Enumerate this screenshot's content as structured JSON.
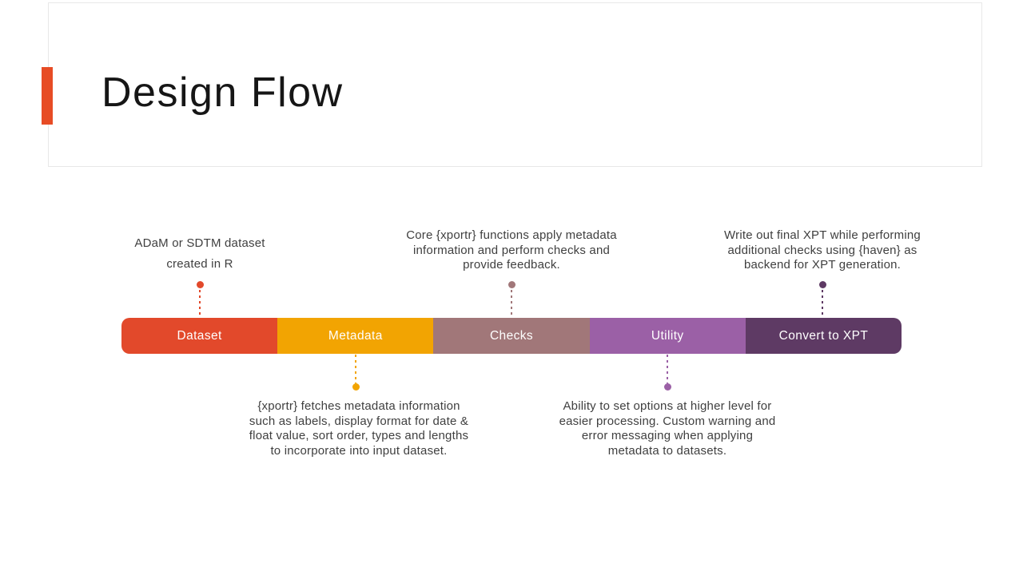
{
  "slide": {
    "title": "Design Flow",
    "accent_color": "#E74C25",
    "background_color": "#FFFFFF",
    "body_text_color": "#3F3F3F"
  },
  "flow": {
    "segments": [
      {
        "label": "Dataset",
        "color": "#E2492B",
        "connector": "top",
        "annotation_lines": [
          "ADaM or SDTM dataset",
          "created in R"
        ]
      },
      {
        "label": "Metadata",
        "color": "#F2A402",
        "connector": "bottom",
        "annotation_lines": [
          "{xportr} fetches metadata information",
          "such as labels, display format for date &",
          "float value, sort order, types and lengths",
          "to incorporate into input dataset."
        ]
      },
      {
        "label": "Checks",
        "color": "#A17779",
        "connector": "top",
        "annotation_lines": [
          "Core {xportr} functions apply metadata",
          "information and perform checks and",
          "provide feedback."
        ]
      },
      {
        "label": "Utility",
        "color": "#9B60A6",
        "connector": "bottom",
        "annotation_lines": [
          "Ability to set options at higher level for",
          "easier processing. Custom warning and",
          "error messaging when applying",
          "metadata to datasets."
        ]
      },
      {
        "label": "Convert to XPT",
        "color": "#5E3A64",
        "connector": "top",
        "annotation_lines": [
          "Write out final XPT while performing",
          "additional checks using {haven} as",
          "backend for XPT generation."
        ]
      }
    ]
  }
}
